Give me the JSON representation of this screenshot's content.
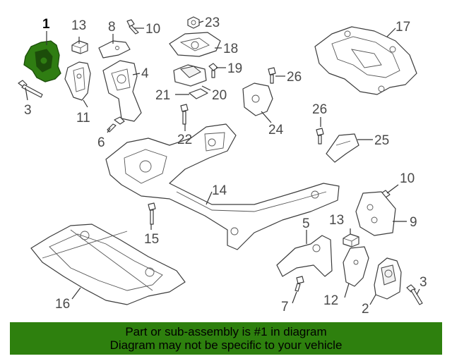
{
  "colors": {
    "highlight": "#2f7d12",
    "highlight_dark": "#1c4d0a",
    "banner": "#2e800e",
    "banner_text": "#000000",
    "line_art": "#3c3c3c"
  },
  "callouts": [
    {
      "id": "c1",
      "text": "1",
      "highlighted": true
    },
    {
      "id": "c2",
      "text": "2"
    },
    {
      "id": "c3a",
      "text": "3"
    },
    {
      "id": "c3b",
      "text": "3"
    },
    {
      "id": "c4",
      "text": "4"
    },
    {
      "id": "c5",
      "text": "5"
    },
    {
      "id": "c6",
      "text": "6"
    },
    {
      "id": "c7",
      "text": "7"
    },
    {
      "id": "c8",
      "text": "8"
    },
    {
      "id": "c9",
      "text": "9"
    },
    {
      "id": "c10a",
      "text": "10"
    },
    {
      "id": "c10b",
      "text": "10"
    },
    {
      "id": "c11",
      "text": "11"
    },
    {
      "id": "c12",
      "text": "12"
    },
    {
      "id": "c13a",
      "text": "13"
    },
    {
      "id": "c13b",
      "text": "13"
    },
    {
      "id": "c14",
      "text": "14"
    },
    {
      "id": "c15",
      "text": "15"
    },
    {
      "id": "c16",
      "text": "16"
    },
    {
      "id": "c17",
      "text": "17"
    },
    {
      "id": "c18",
      "text": "18"
    },
    {
      "id": "c19",
      "text": "19"
    },
    {
      "id": "c20",
      "text": "20"
    },
    {
      "id": "c21",
      "text": "21"
    },
    {
      "id": "c22",
      "text": "22"
    },
    {
      "id": "c23",
      "text": "23"
    },
    {
      "id": "c24",
      "text": "24"
    },
    {
      "id": "c25",
      "text": "25"
    },
    {
      "id": "c26a",
      "text": "26"
    },
    {
      "id": "c26b",
      "text": "26"
    }
  ],
  "banner": {
    "line1": "Part or sub-assembly is #1 in diagram",
    "line2": "Diagram may not be specific to your vehicle"
  }
}
